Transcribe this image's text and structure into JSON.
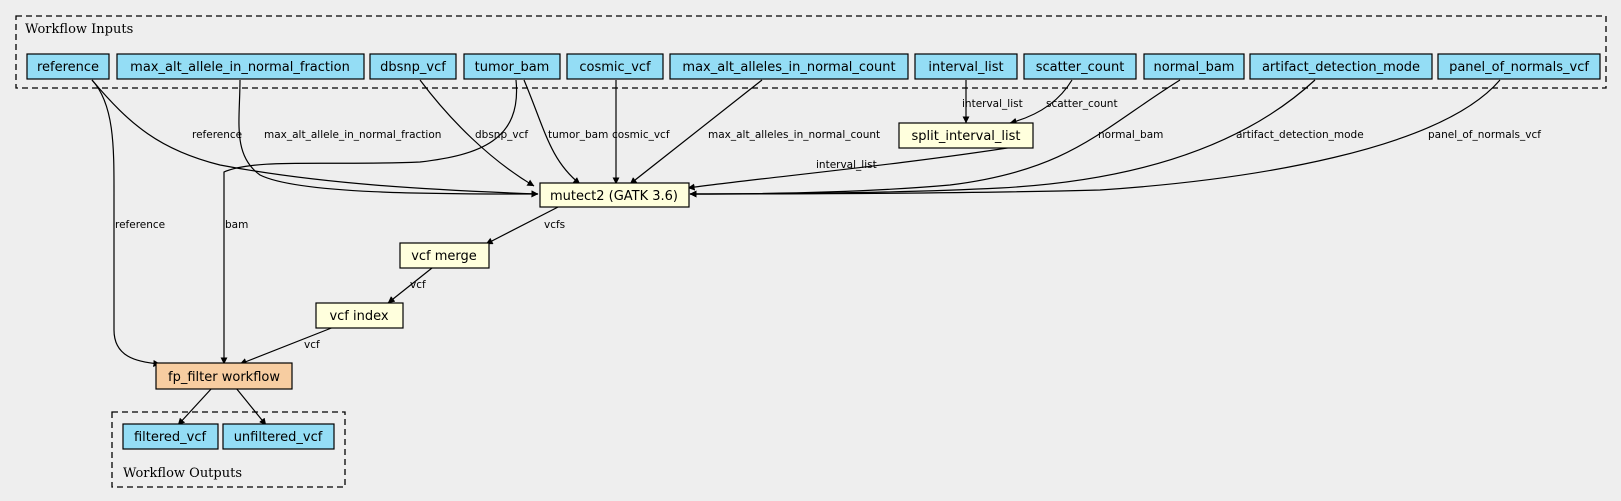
{
  "clusters": {
    "inputs_label": "Workflow Inputs",
    "outputs_label": "Workflow Outputs"
  },
  "colors": {
    "input": "#94ddf5",
    "step": "#ffffdd",
    "subworkflow": "#f7cda1",
    "background": "#eeeeee"
  },
  "nodes": [
    {
      "id": "reference",
      "label": "reference",
      "kind": "input"
    },
    {
      "id": "max_alt_allele_in_normal_fraction",
      "label": "max_alt_allele_in_normal_fraction",
      "kind": "input"
    },
    {
      "id": "dbsnp_vcf",
      "label": "dbsnp_vcf",
      "kind": "input"
    },
    {
      "id": "tumor_bam",
      "label": "tumor_bam",
      "kind": "input"
    },
    {
      "id": "cosmic_vcf",
      "label": "cosmic_vcf",
      "kind": "input"
    },
    {
      "id": "max_alt_alleles_in_normal_count",
      "label": "max_alt_alleles_in_normal_count",
      "kind": "input"
    },
    {
      "id": "interval_list",
      "label": "interval_list",
      "kind": "input"
    },
    {
      "id": "scatter_count",
      "label": "scatter_count",
      "kind": "input"
    },
    {
      "id": "normal_bam",
      "label": "normal_bam",
      "kind": "input"
    },
    {
      "id": "artifact_detection_mode",
      "label": "artifact_detection_mode",
      "kind": "input"
    },
    {
      "id": "panel_of_normals_vcf",
      "label": "panel_of_normals_vcf",
      "kind": "input"
    },
    {
      "id": "split_interval_list",
      "label": "split_interval_list",
      "kind": "step"
    },
    {
      "id": "mutect2",
      "label": "mutect2 (GATK 3.6)",
      "kind": "step"
    },
    {
      "id": "vcf_merge",
      "label": "vcf merge",
      "kind": "step"
    },
    {
      "id": "vcf_index",
      "label": "vcf index",
      "kind": "step"
    },
    {
      "id": "fp_filter",
      "label": "fp_filter workflow",
      "kind": "subworkflow"
    },
    {
      "id": "filtered_vcf",
      "label": "filtered_vcf",
      "kind": "input"
    },
    {
      "id": "unfiltered_vcf",
      "label": "unfiltered_vcf",
      "kind": "input"
    }
  ],
  "edges": [
    {
      "id": "e_ref_mutect",
      "from": "reference",
      "to": "mutect2",
      "label": "reference"
    },
    {
      "id": "e_fraction_mutect",
      "from": "max_alt_allele_in_normal_fraction",
      "to": "mutect2",
      "label": "max_alt_allele_in_normal_fraction"
    },
    {
      "id": "e_dbsnp_mutect",
      "from": "dbsnp_vcf",
      "to": "mutect2",
      "label": "dbsnp_vcf"
    },
    {
      "id": "e_tumor_mutect",
      "from": "tumor_bam",
      "to": "mutect2",
      "label": "tumor_bam"
    },
    {
      "id": "e_cosmic_mutect",
      "from": "cosmic_vcf",
      "to": "mutect2",
      "label": "cosmic_vcf"
    },
    {
      "id": "e_count_mutect",
      "from": "max_alt_alleles_in_normal_count",
      "to": "mutect2",
      "label": "max_alt_alleles_in_normal_count"
    },
    {
      "id": "e_interval_split",
      "from": "interval_list",
      "to": "split_interval_list",
      "label": "interval_list"
    },
    {
      "id": "e_scatter_split",
      "from": "scatter_count",
      "to": "split_interval_list",
      "label": "scatter_count"
    },
    {
      "id": "e_split_mutect",
      "from": "split_interval_list",
      "to": "mutect2",
      "label": "interval_list"
    },
    {
      "id": "e_normal_mutect",
      "from": "normal_bam",
      "to": "mutect2",
      "label": "normal_bam"
    },
    {
      "id": "e_artifact_mutect",
      "from": "artifact_detection_mode",
      "to": "mutect2",
      "label": "artifact_detection_mode"
    },
    {
      "id": "e_pon_mutect",
      "from": "panel_of_normals_vcf",
      "to": "mutect2",
      "label": "panel_of_normals_vcf"
    },
    {
      "id": "e_mutect_merge",
      "from": "mutect2",
      "to": "vcf_merge",
      "label": "vcfs"
    },
    {
      "id": "e_merge_index",
      "from": "vcf_merge",
      "to": "vcf_index",
      "label": "vcf"
    },
    {
      "id": "e_index_fp",
      "from": "vcf_index",
      "to": "fp_filter",
      "label": "vcf"
    },
    {
      "id": "e_ref_fp",
      "from": "reference",
      "to": "fp_filter",
      "label": "reference"
    },
    {
      "id": "e_tumor_fp",
      "from": "tumor_bam",
      "to": "fp_filter",
      "label": "bam"
    },
    {
      "id": "e_fp_filtered",
      "from": "fp_filter",
      "to": "filtered_vcf",
      "label": ""
    },
    {
      "id": "e_fp_unfiltered",
      "from": "fp_filter",
      "to": "unfiltered_vcf",
      "label": ""
    }
  ]
}
